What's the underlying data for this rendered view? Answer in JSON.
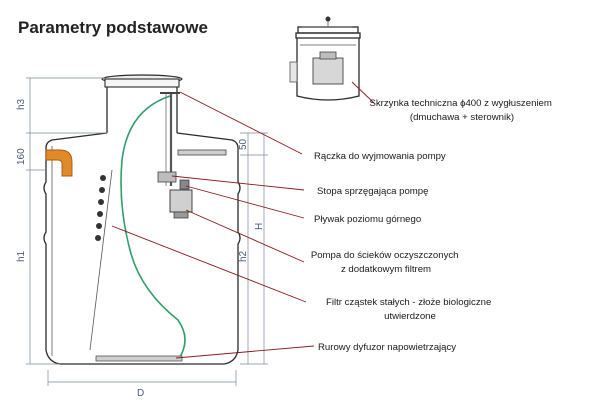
{
  "title": "Parametry podstawowe",
  "labels": {
    "box": [
      "Skrzynka techniczna ϕ400 z wygłuszeniem",
      "(dmuchawa + sterownik)"
    ],
    "handle": [
      "Rączka do wyjmowania pompy"
    ],
    "foot": [
      "Stopa sprzęgająca pompę"
    ],
    "float": [
      "Pływak poziomu górnego"
    ],
    "pump": [
      "Pompa do ścieków oczyszczonych",
      "z dodatkowym filtrem"
    ],
    "filter": [
      "Filtr cząstek stałych - złoże biologiczne",
      "utwierdzone"
    ],
    "diffuser": [
      "Rurowy dyfuzor napowietrzający"
    ]
  },
  "dimensions": {
    "h3": "h3",
    "d160": "160",
    "h1": "h1",
    "d50": "50",
    "h2": "h2",
    "H": "H",
    "D": "D"
  },
  "colors": {
    "leader": "#8b1a1a",
    "outlet": "#e08a2a",
    "hose": "#2e9e6a",
    "dimension": "#7d879c"
  }
}
